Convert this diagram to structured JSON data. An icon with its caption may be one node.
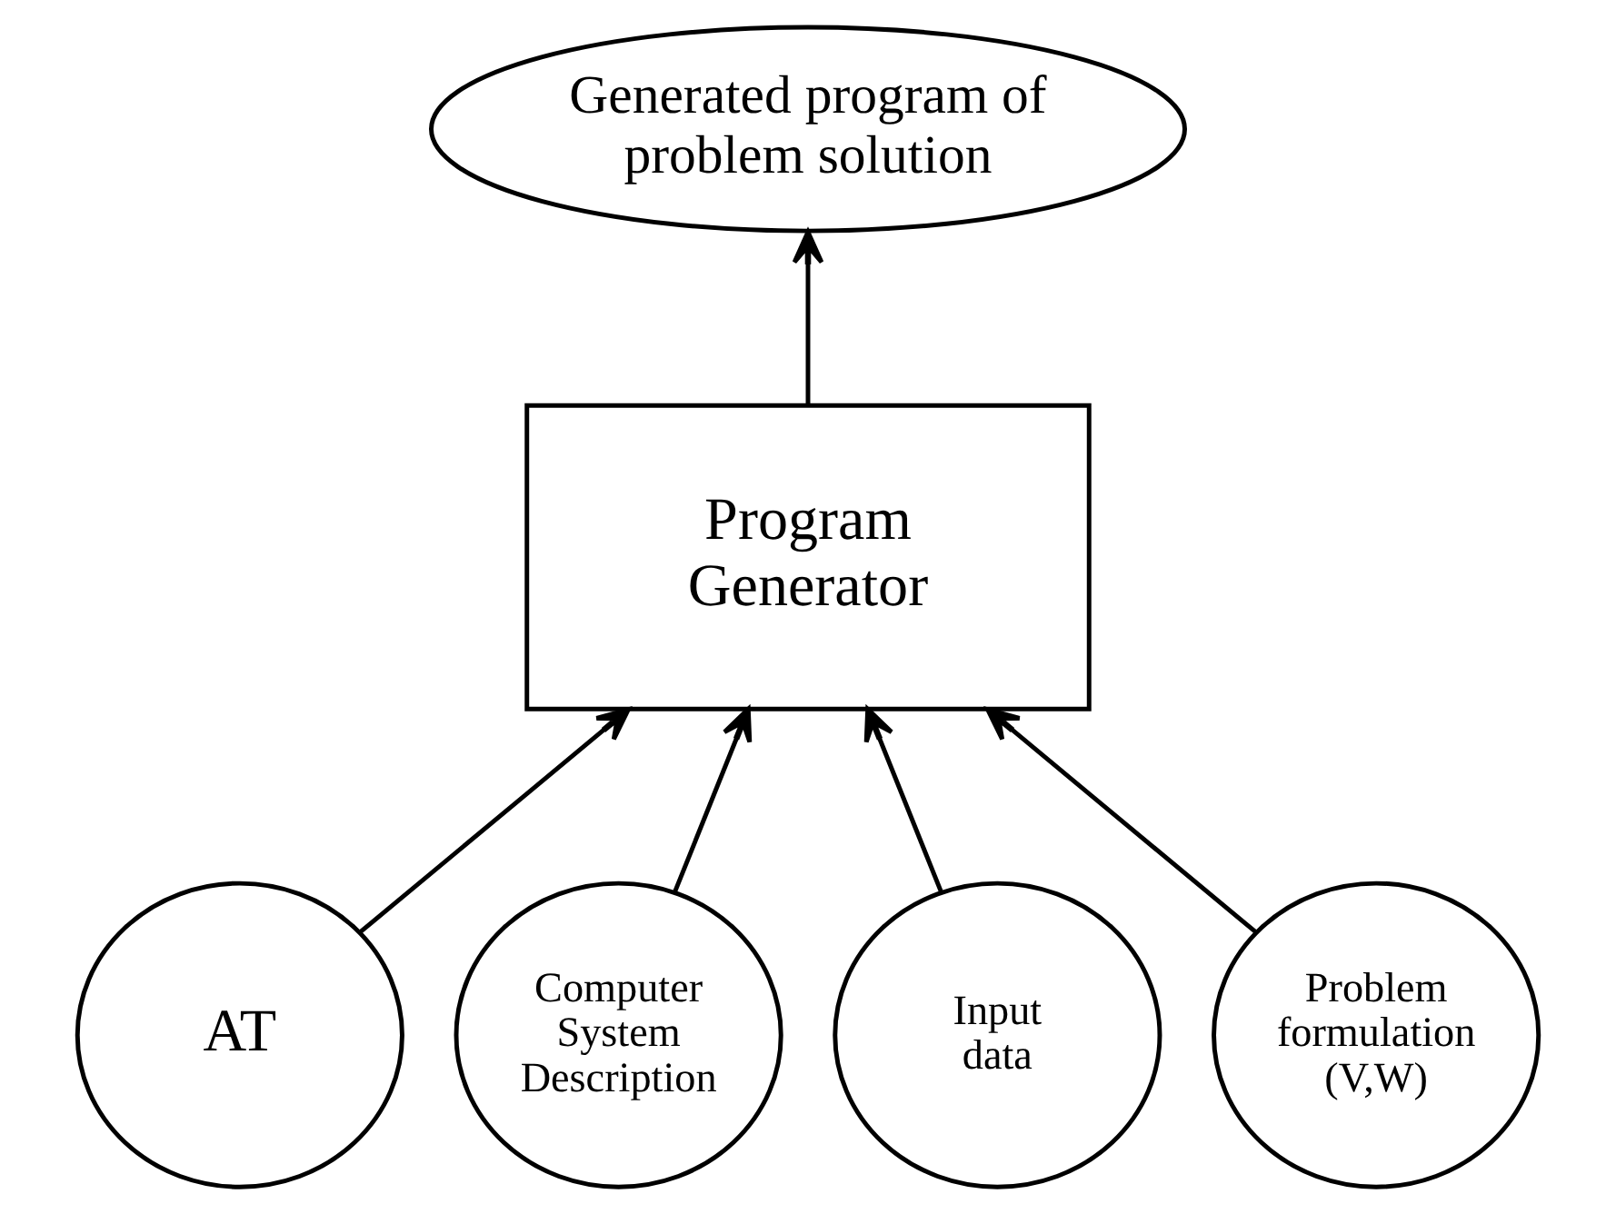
{
  "diagram": {
    "nodes": [
      {
        "text": [
          "Generated program of problem solution"
        ]
      },
      {
        "text": [
          "Program Generator"
        ]
      },
      {
        "text": [
          "AT"
        ]
      },
      {
        "text": [
          "Computer System Description"
        ]
      },
      {
        "text": [
          "Input data"
        ]
      },
      {
        "text": [
          "Problem formulation (V,W)"
        ]
      }
    ],
    "edges": [
      {
        "from": 1,
        "to": 0,
        "arrow": "to"
      },
      {
        "from": 2,
        "to": 1,
        "arrow": "to"
      },
      {
        "from": 3,
        "to": 1,
        "arrow": "to"
      },
      {
        "from": 4,
        "to": 1,
        "arrow": "to"
      },
      {
        "from": 5,
        "to": 1,
        "arrow": "to"
      }
    ]
  }
}
